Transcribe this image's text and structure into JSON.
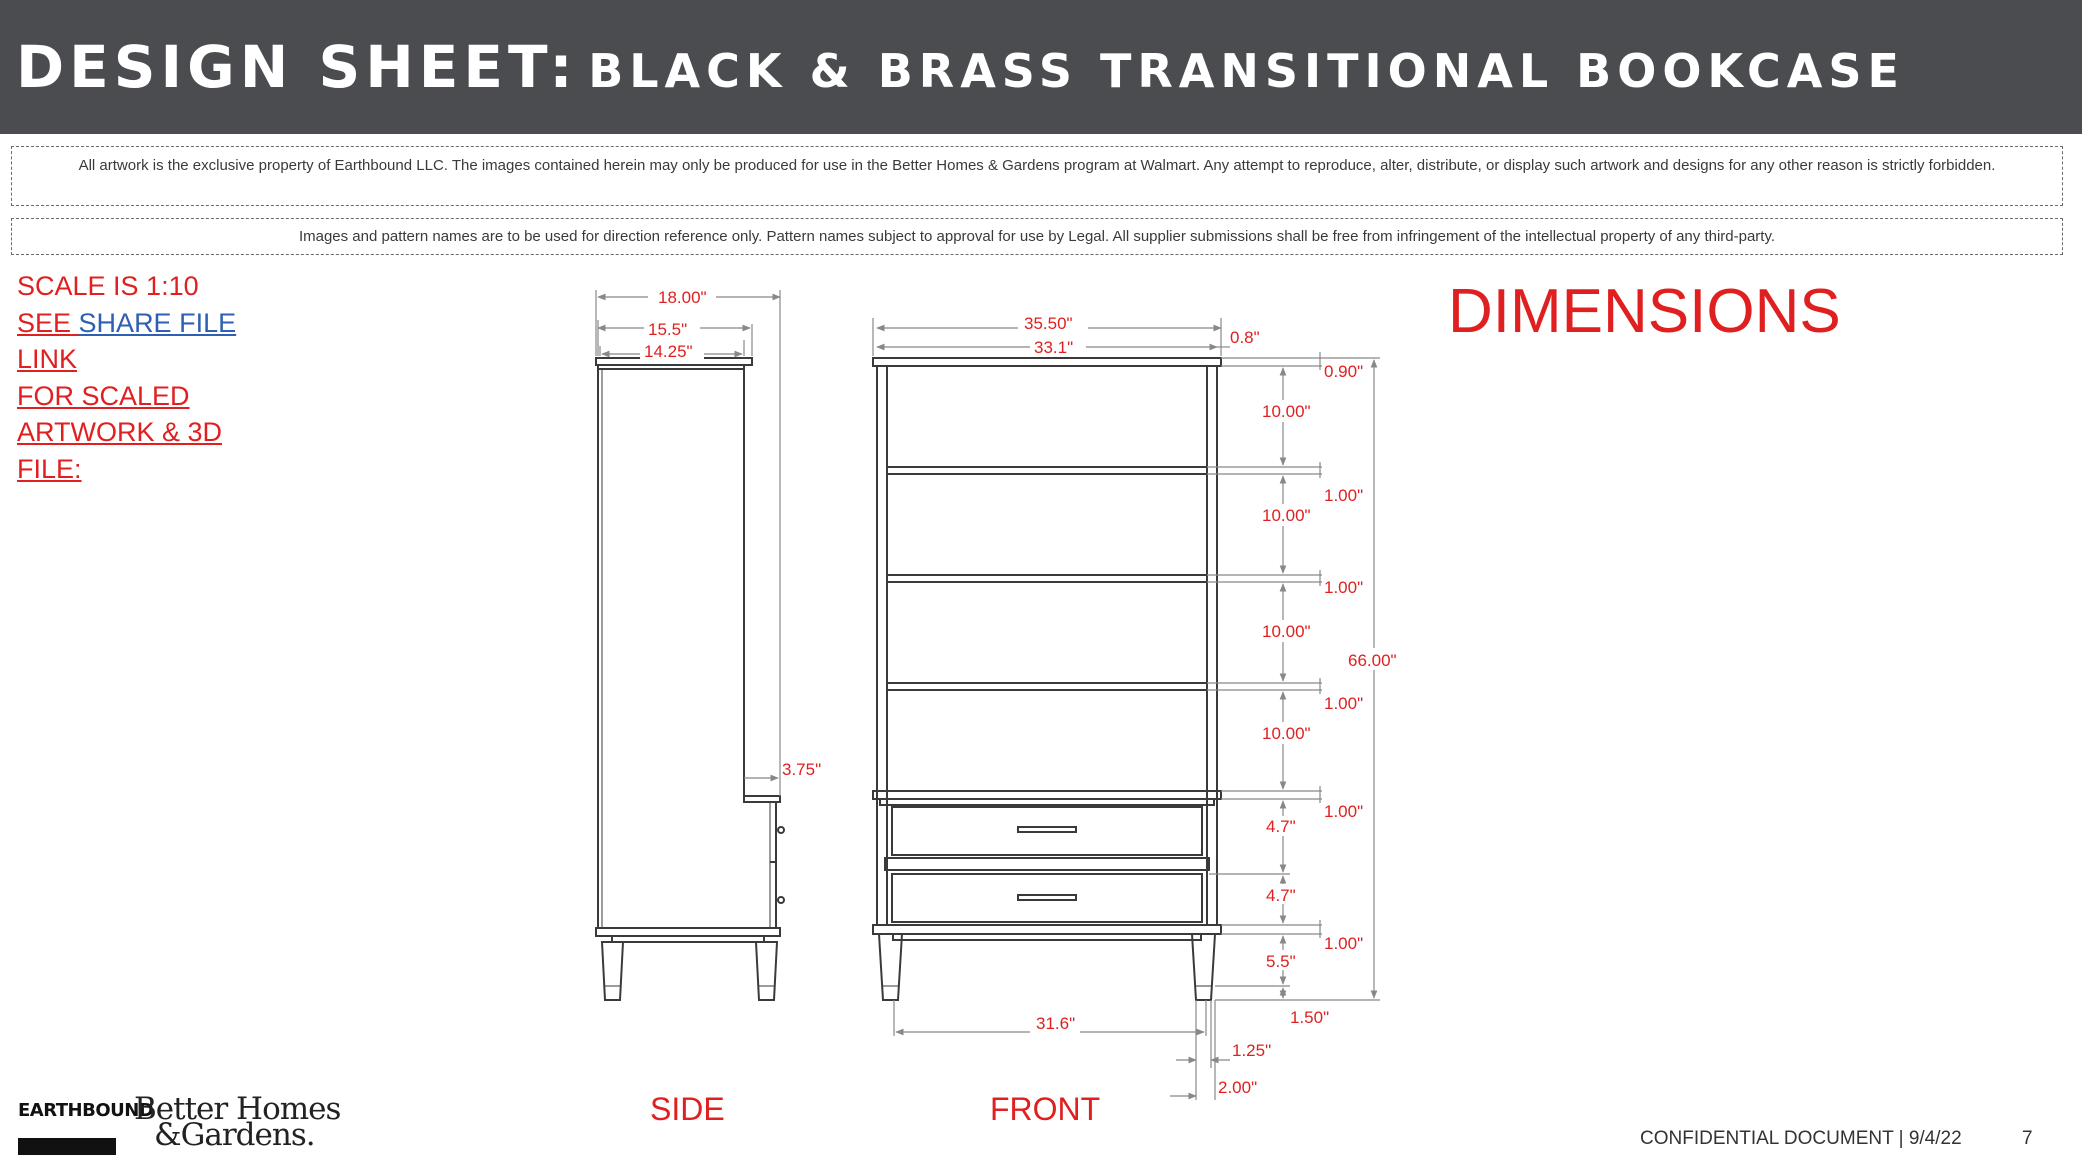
{
  "header": {
    "title_main": "DESIGN SHEET:",
    "title_product": "BLACK & BRASS TRANSITIONAL BOOKCASE"
  },
  "notices": {
    "copyright": "All artwork is the exclusive property of Earthbound LLC. The images contained herein may only be produced for use in the Better Homes & Gardens program at Walmart. Any attempt to reproduce, alter, distribute, or display such artwork and designs for any other reason is strictly forbidden.",
    "reference": "Images and pattern names are to be used for direction reference only.  Pattern names subject to approval for use by Legal. All supplier submissions shall be free from infringement of the intellectual property of any third-party."
  },
  "scale_note": {
    "line1": "SCALE IS 1:10",
    "see": "SEE",
    "share_link": "SHARE FILE",
    "line3": "LINK",
    "line4": "FOR SCALED",
    "line5": "ARTWORK & 3D",
    "line6": "FILE:"
  },
  "dimensions_title": "DIMENSIONS",
  "side_view": {
    "label": "SIDE",
    "dims": {
      "overall_depth": "18.00\"",
      "top_depth": "15.5\"",
      "body_depth": "14.25\"",
      "drawer_offset": "3.75\""
    }
  },
  "front_view": {
    "label": "FRONT",
    "dims": {
      "overall_width": "35.50\"",
      "top_width": "33.1\"",
      "top_overhang": "0.8\"",
      "top_thickness": "0.90\"",
      "shelf_gap_1": "10.00\"",
      "shelf_thk_1": "1.00\"",
      "shelf_gap_2": "10.00\"",
      "shelf_thk_2": "1.00\"",
      "shelf_gap_3": "10.00\"",
      "overall_height": "66.00\"",
      "shelf_thk_3": "1.00\"",
      "shelf_gap_4": "10.00\"",
      "shelf_thk_4": "1.00\"",
      "drawer_1": "4.7\"",
      "drawer_2": "4.7\"",
      "base_thk": "1.00\"",
      "leg_height": "5.5\"",
      "leg_foot": "1.50\"",
      "leg_span": "31.6\"",
      "leg_width": "1.25\"",
      "leg_top_width": "2.00\""
    }
  },
  "brands": {
    "earthbound": "EARTHBOUND",
    "bhg_line1": "Better Homes",
    "bhg_line2": "&Gardens."
  },
  "footer": {
    "confidential": "CONFIDENTIAL DOCUMENT | 9/4/22",
    "page": "7"
  }
}
